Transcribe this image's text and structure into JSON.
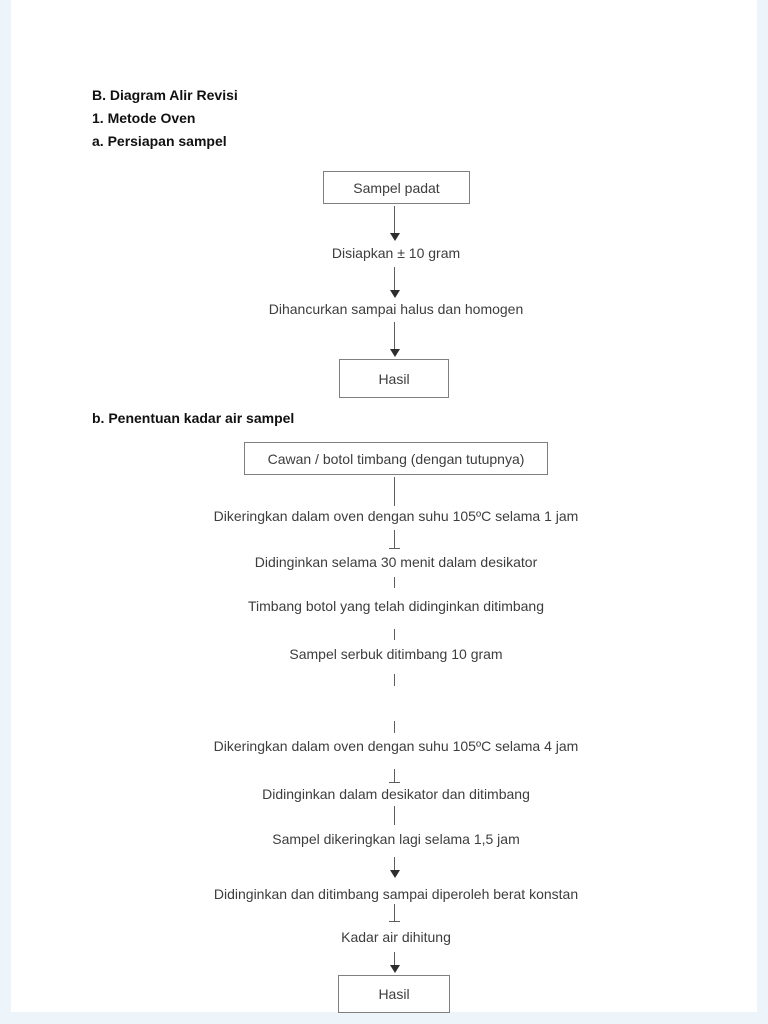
{
  "headings": {
    "section_title": "B. Diagram Alir Revisi",
    "method_title": "1. Metode Oven",
    "sub_a_title": "a. Persiapan sampel",
    "sub_b_title": "b. Penentuan kadar air sampel"
  },
  "flow_a": {
    "start_box": "Sampel padat",
    "steps": [
      "Disiapkan ± 10 gram",
      "Dihancurkan sampai halus dan homogen"
    ],
    "end_box": "Hasil"
  },
  "flow_b": {
    "start_box": "Cawan / botol timbang (dengan tutupnya)",
    "steps": [
      "Dikeringkan dalam oven dengan suhu 105ºC selama 1 jam",
      "Didinginkan selama 30 menit dalam desikator",
      "Timbang botol yang telah didinginkan ditimbang",
      "Sampel serbuk ditimbang 10 gram",
      "Dikeringkan dalam oven dengan suhu 105ºC selama 4 jam",
      "Didinginkan dalam desikator dan ditimbang",
      "Sampel dikeringkan lagi selama 1,5 jam",
      "Didinginkan dan ditimbang sampai diperoleh berat konstan",
      "Kadar air dihitung"
    ],
    "end_box": "Hasil"
  },
  "colors": {
    "page_background": "#ffffff",
    "page_edge_tint": "#edf5fa",
    "heading_ink": "#111111",
    "body_ink": "#3d3d3d",
    "box_border": "#7f7f7f",
    "connector_line": "#5d5d5d",
    "arrowhead": "#2d2d2d"
  }
}
